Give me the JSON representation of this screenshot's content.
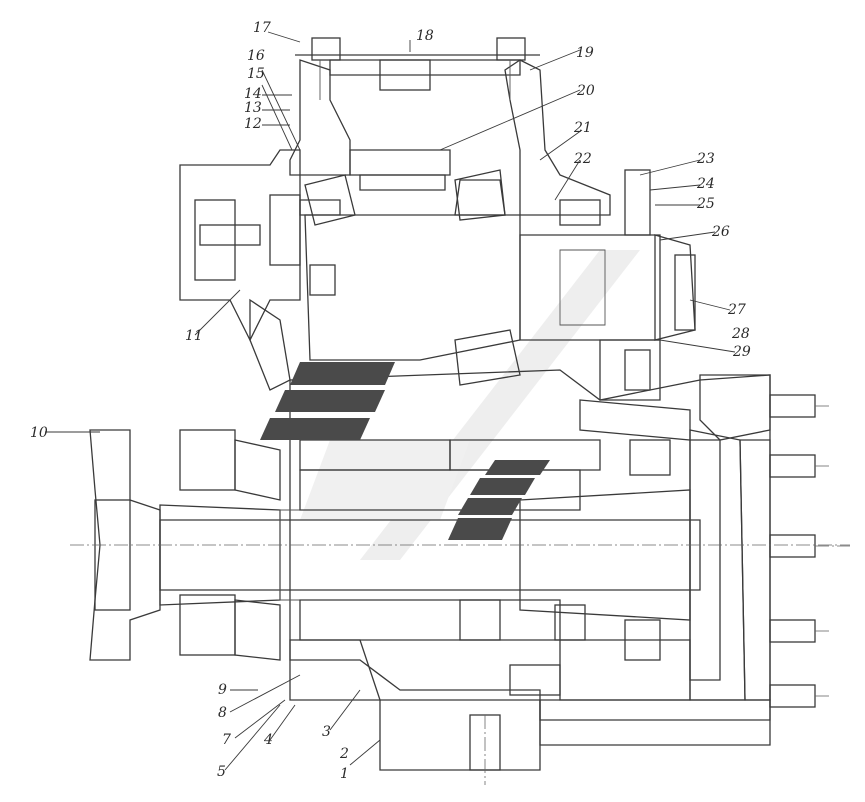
{
  "drawing": {
    "colors": {
      "line": "#3a3a3a",
      "hatch": "#777777",
      "watermark": "#c8c8c8",
      "stripe": "#4a4a4a",
      "background": "#ffffff"
    },
    "part_numbers": [
      "1",
      "2",
      "3",
      "4",
      "5",
      "7",
      "8",
      "9",
      "10",
      "11",
      "12",
      "13",
      "14",
      "15",
      "16",
      "17",
      "18",
      "19",
      "20",
      "21",
      "22",
      "23",
      "24",
      "25",
      "26",
      "27",
      "28",
      "29"
    ]
  }
}
